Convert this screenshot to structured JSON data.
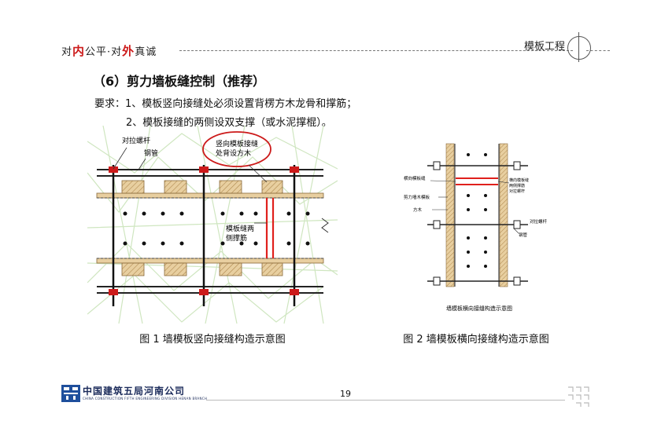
{
  "header": {
    "slogan_a": "对",
    "slogan_b": "内",
    "slogan_c": "公平·对",
    "slogan_d": "外",
    "slogan_e": "真诚",
    "section_tag": "模板工程"
  },
  "title": "（6）剪力墙板缝控制（推荐）",
  "requirements": {
    "line1": "要求：1、模板竖向接缝处必须设置背楞方木龙骨和撑筋；",
    "line2": "2、模板接缝的两侧设双支撑（或水泥撑棍）。"
  },
  "figure1": {
    "label_tie_rod": "对拉螺杆",
    "label_steel_pipe": "钢管",
    "callout_line1": "竖向模板接缝",
    "callout_line2": "处背设方木",
    "label_seam_line1": "模板缝两",
    "label_seam_line2": "侧撑筋",
    "caption": "图 1  墙模板竖向接缝构造示意图"
  },
  "figure2": {
    "label_horizontal_seam": "横向模板缝",
    "label_shear_wall": "剪力墙木模板",
    "label_timber": "方木",
    "label_brace_1": "横向模板缝",
    "label_brace_2": "两侧撑筋",
    "label_brace_3": "对拉螺杆",
    "label_tie_rod": "对拉螺杆",
    "label_steel_pipe": "钢管",
    "inner_caption": "墙模板横向接缝构造示意图",
    "caption": "图 2  墙模板横向接缝构造示意图"
  },
  "footer": {
    "company_cn": "中国建筑五局河南公司",
    "company_en": "CHINA CONSTRUCTION FIFTH ENGINEERING DIVISION HENAN BRANCH",
    "page_number": "19"
  },
  "colors": {
    "accent_red": "#cc1a1a",
    "timber_tan": "#e8cfa0",
    "grid_green": "#cfe6c0"
  }
}
